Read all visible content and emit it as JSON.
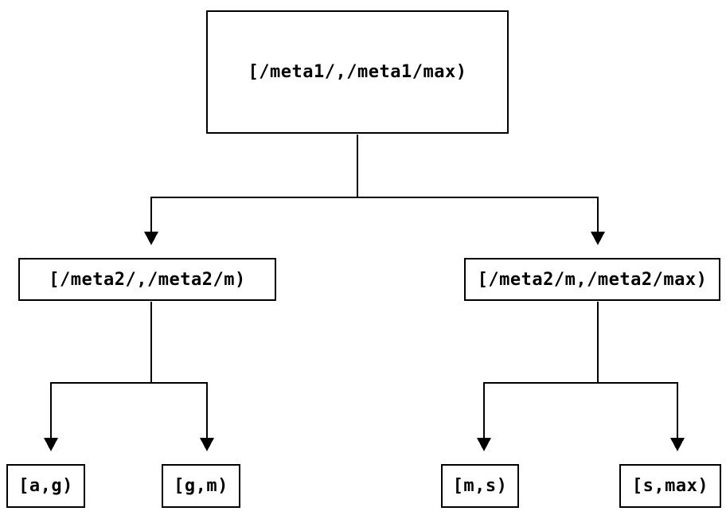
{
  "diagram": {
    "type": "binary-interval-tree",
    "root": {
      "label": "[/meta1/,/meta1/max)"
    },
    "level2": [
      {
        "label": "[/meta2/,/meta2/m)"
      },
      {
        "label": "[/meta2/m,/meta2/max)"
      }
    ],
    "leaves": [
      {
        "label": "[a,g)"
      },
      {
        "label": "[g,m)"
      },
      {
        "label": "[m,s)"
      },
      {
        "label": "[s,max)"
      }
    ],
    "colors": {
      "line": "#000000",
      "box_border": "#000000",
      "box_background": "#ffffff",
      "text": "#000000",
      "page_background": "#ffffff"
    }
  }
}
